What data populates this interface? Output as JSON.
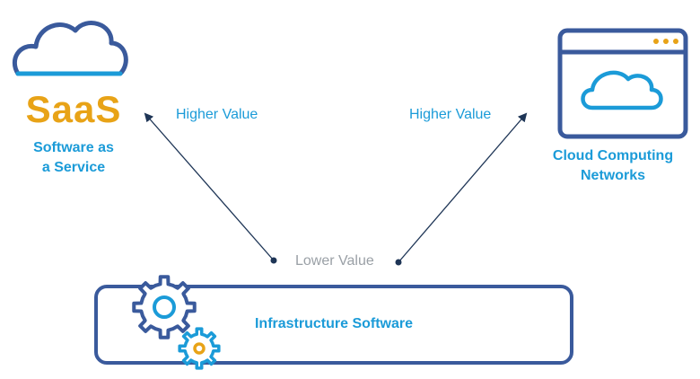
{
  "colors": {
    "navy": "#3A5A9C",
    "sky_blue": "#1B9BD8",
    "orange": "#E8A317",
    "gray_text": "#9AA0A6",
    "arrow": "#1E3556"
  },
  "saas": {
    "title": "SaaS",
    "subtitle_line1": "Software as",
    "subtitle_line2": "a Service",
    "icon": "cloud-icon"
  },
  "cloud_networks": {
    "label_line1": "Cloud Computing",
    "label_line2": "Networks",
    "icon": "browser-window-cloud-icon"
  },
  "arrows": {
    "left_label": "Higher Value",
    "right_label": "Higher Value"
  },
  "lower_value": "Lower Value",
  "infrastructure": {
    "label": "Infrastructure Software",
    "icon": "gears-icon"
  }
}
